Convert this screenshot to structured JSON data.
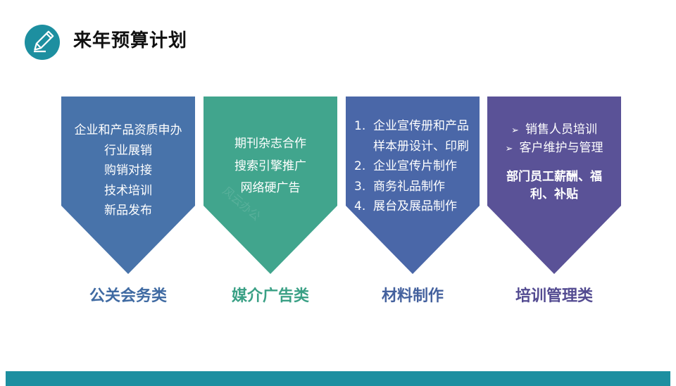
{
  "page": {
    "title": "来年预算计划",
    "title_icon": "pencil-icon",
    "accent_color": "#1d8fa0"
  },
  "cards": [
    {
      "color": "#4873aa",
      "label_color": "#3f6aa2",
      "lines": [
        "企业和产品资质申办",
        "行业展销",
        "购销对接",
        "技术培训",
        "新品发布"
      ],
      "label": "公关会务类"
    },
    {
      "color": "#41a58d",
      "label_color": "#3aa085",
      "lines": [
        "期刊杂志合作",
        "搜索引擎推广",
        "网络硬广告"
      ],
      "label": "媒介广告类",
      "watermark": "风云办公"
    },
    {
      "color": "#4a67a8",
      "label_color": "#44619e",
      "items": [
        {
          "num": "1.",
          "text": "企业宣传册和产品"
        },
        {
          "num": "",
          "text": "样本册设计、印刷"
        },
        {
          "num": "2.",
          "text": "企业宣传片制作"
        },
        {
          "num": "3.",
          "text": "商务礼品制作"
        },
        {
          "num": "4.",
          "text": "展台及展品制作"
        }
      ],
      "label": "材料制作"
    },
    {
      "color": "#5a5297",
      "label_color": "#534b91",
      "bullets": [
        "销售人员培训",
        "客户维护与管理"
      ],
      "bullet_icon": "arrow-right-icon",
      "bullet_glyph": "➢",
      "bold_lines": [
        "部门员工薪酬、福",
        "利、补贴"
      ],
      "label": "培训管理类"
    }
  ]
}
